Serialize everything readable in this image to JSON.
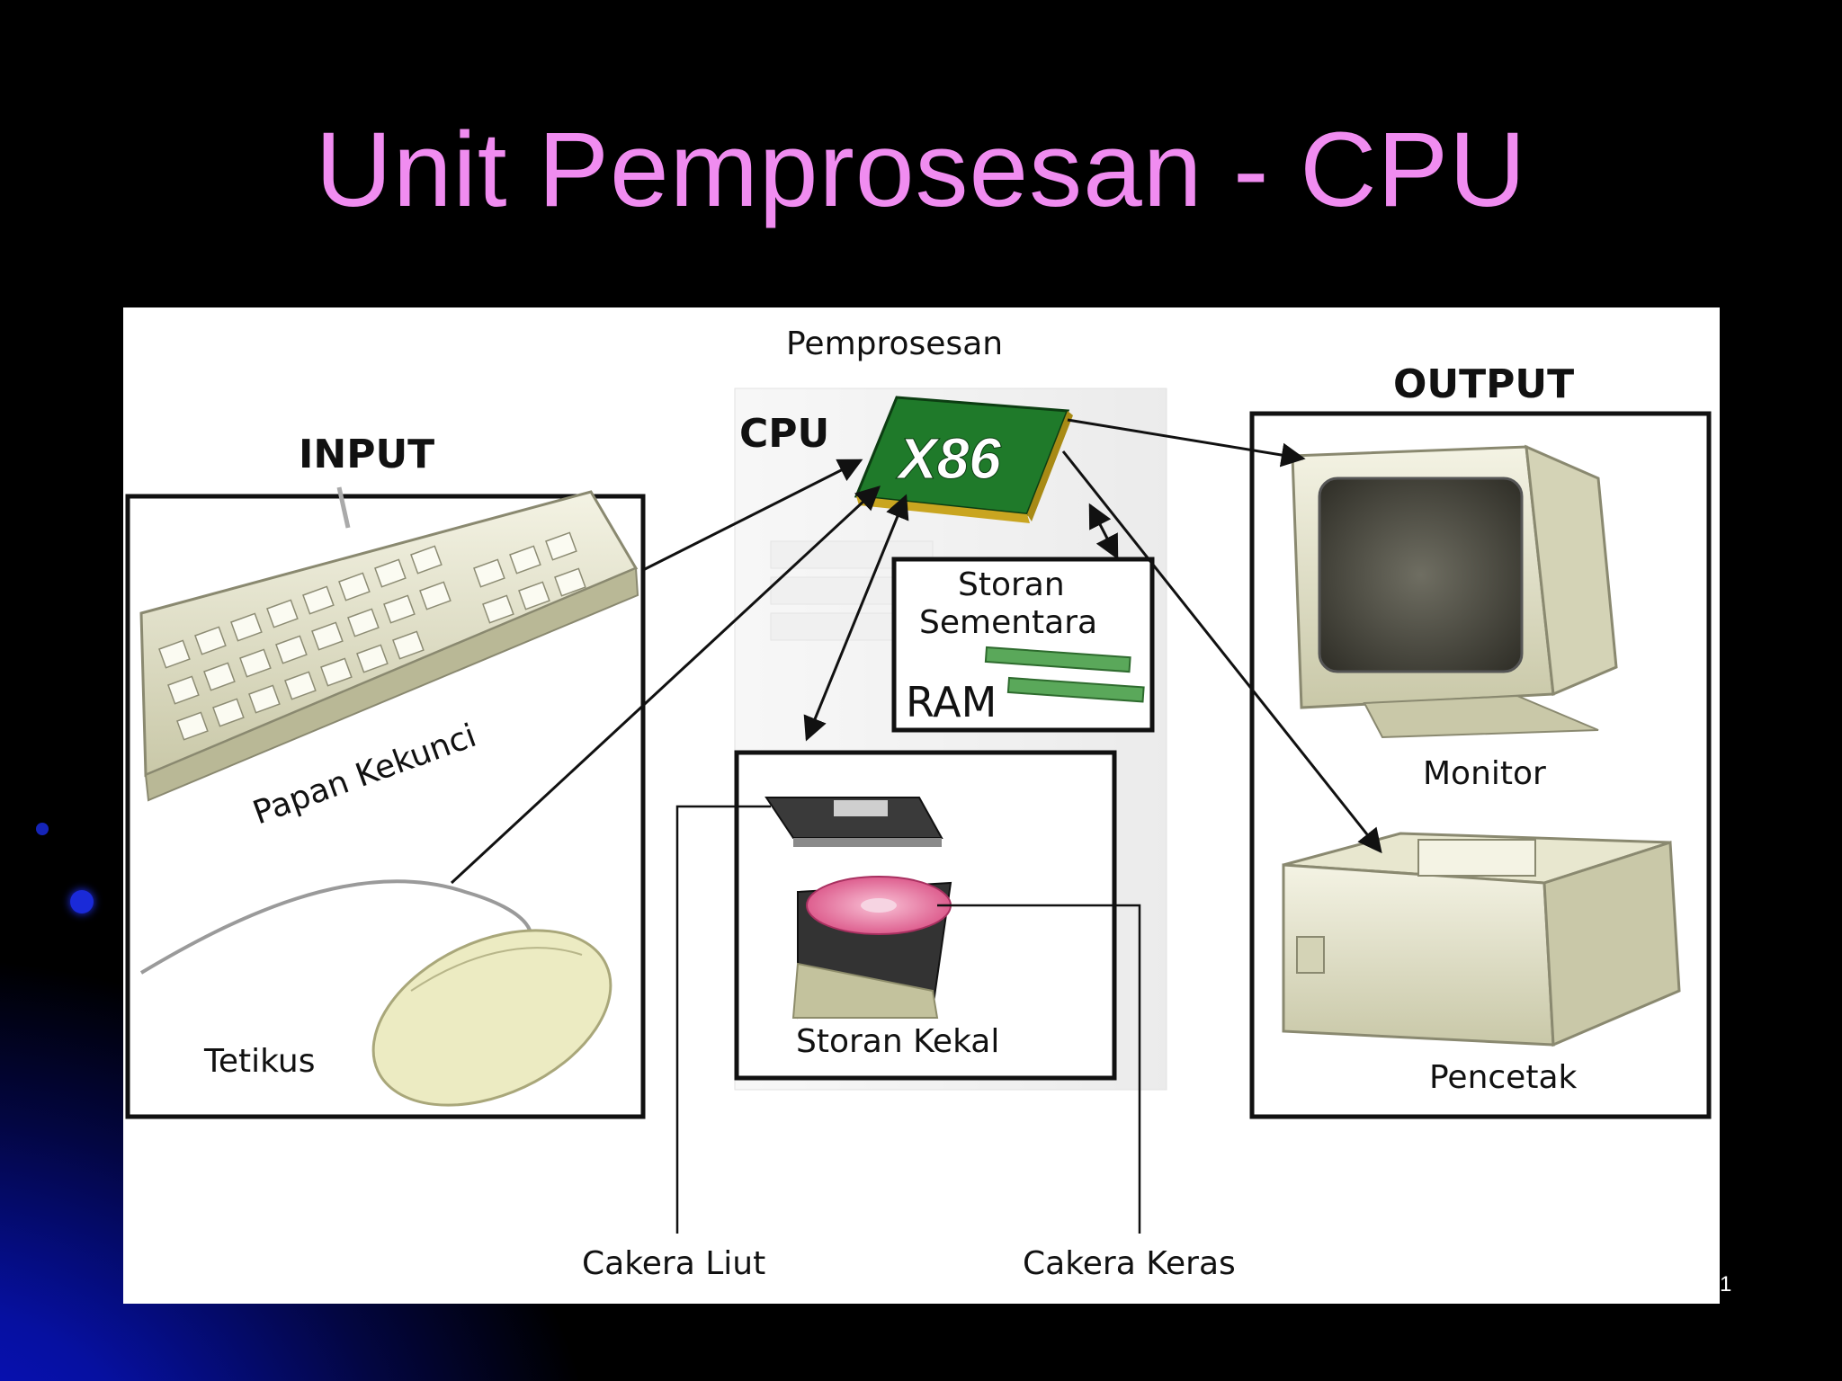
{
  "slide": {
    "title": "Unit Pemprosesan - CPU",
    "page_number": "1"
  },
  "diagram": {
    "processing_label": "Pemprosesan",
    "cpu_label": "CPU",
    "chip_label": "X86",
    "input_label": "INPUT",
    "output_label": "OUTPUT",
    "keyboard_label": "Papan Kekunci",
    "mouse_label": "Tetikus",
    "temp_storage_label_1": "Storan",
    "temp_storage_label_2": "Sementara",
    "ram_label": "RAM",
    "perm_storage_label": "Storan Kekal",
    "floppy_label": "Cakera Liut",
    "harddisk_label": "Cakera Keras",
    "monitor_label": "Monitor",
    "printer_label": "Pencetak"
  },
  "colors": {
    "title": "#f08cf0",
    "chip": "#1f7a2a",
    "ram": "#5aa85a",
    "disk": "#e05a8a"
  }
}
